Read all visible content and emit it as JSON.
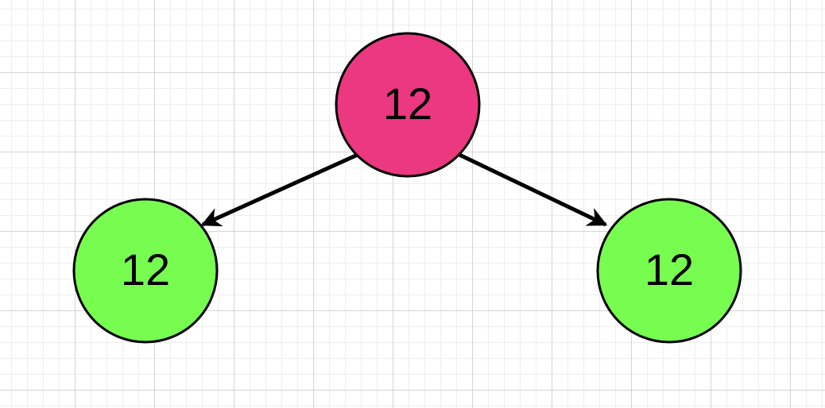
{
  "diagram": {
    "nodes": [
      {
        "id": "root",
        "label": "12",
        "fill": "#ec3781"
      },
      {
        "id": "left-child",
        "label": "12",
        "fill": "#77fc50"
      },
      {
        "id": "right-child",
        "label": "12",
        "fill": "#77fc50"
      }
    ],
    "edges": [
      {
        "from": "root",
        "to": "left-child"
      },
      {
        "from": "root",
        "to": "right-child"
      }
    ],
    "colors": {
      "stroke": "#000000",
      "grid_major": "#d4d4d4",
      "grid_minor": "#eeeeee",
      "background": "#ffffff"
    }
  }
}
